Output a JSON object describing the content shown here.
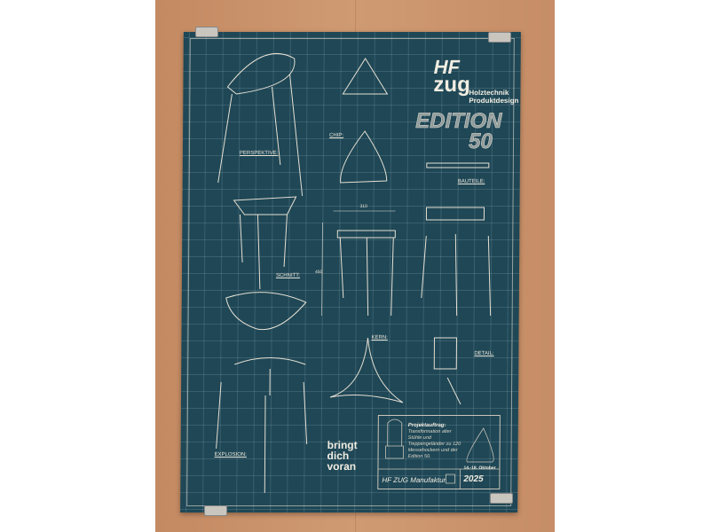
{
  "poster": {
    "logo_hf": "HF",
    "logo_zug": "zug",
    "subtitle_line1": "Holztechnik",
    "subtitle_line2": "Produktdesign",
    "edition": "EDITION",
    "edition_number": "50",
    "labels": {
      "perspektive": "PERSPEKTIVE:",
      "chip": "CHIP:",
      "bauteile": "BAUTEILE:",
      "schnitt": "SCHNITT:",
      "kern": "KERN:",
      "detail": "DETAIL:",
      "explosion": "EXPLOSION:"
    },
    "dimensions": {
      "width": "310",
      "height": "450"
    },
    "slogan": [
      "bringt",
      "dich",
      "voran"
    ],
    "project": {
      "title": "Projektauftrag:",
      "text": "Transformation alter Stühle und Treppengeländer zu 120 Messehockern und der Edition 50.",
      "manufaktur": "HF ZUG Manufaktur",
      "date": "14.-18. Oktober",
      "year": "2025"
    }
  },
  "colors": {
    "wall": "#c98f68",
    "poster": "#1f4756",
    "ink": "#e8e4d8"
  }
}
